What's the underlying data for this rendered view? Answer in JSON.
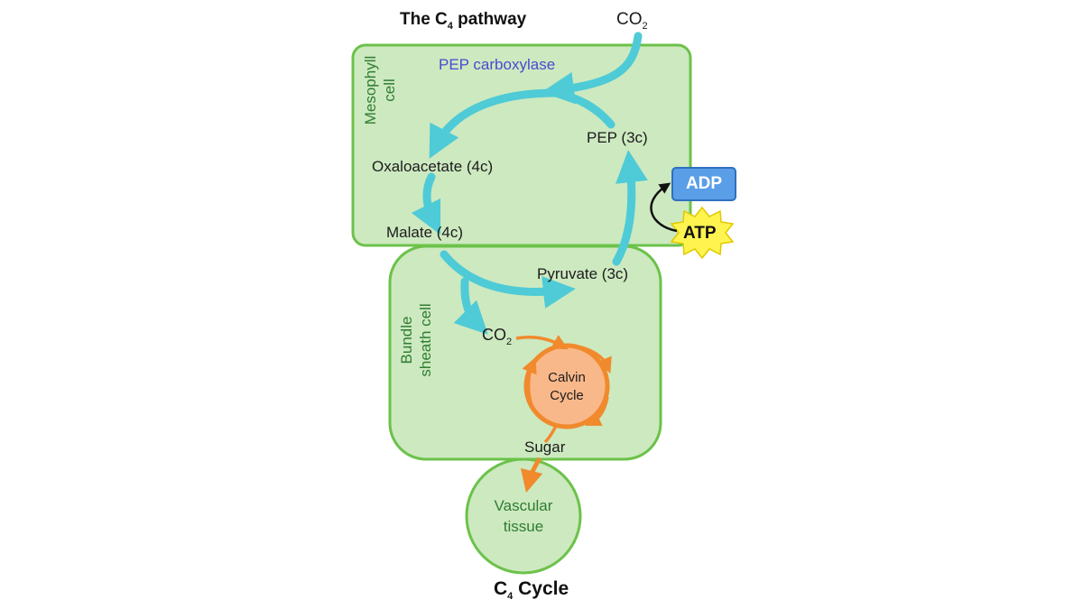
{
  "title": {
    "main": "The C",
    "sub": "4",
    "rest": " pathway"
  },
  "co2_top": {
    "main": "CO",
    "sub": "2"
  },
  "mesophyll": {
    "line1": "Mesophyll",
    "line2": "cell"
  },
  "bundle": {
    "line1": "Bundle",
    "line2": "sheath cell"
  },
  "enzyme": "PEP carboxylase",
  "molecules": {
    "pep": "PEP (3c)",
    "oxaloacetate": "Oxaloacetate (4c)",
    "malate": "Malate (4c)",
    "pyruvate": "Pyruvate (3c)"
  },
  "co2_bundle": {
    "main": "CO",
    "sub": "2"
  },
  "calvin": {
    "line1": "Calvin",
    "line2": "Cycle"
  },
  "sugar": "Sugar",
  "vascular": {
    "line1": "Vascular",
    "line2": "tissue"
  },
  "energy": {
    "adp": "ADP",
    "atp": "ATP"
  },
  "caption": {
    "main": "C",
    "sub": "4",
    "rest": " Cycle"
  },
  "colors": {
    "cell_fill": "#cde9c0",
    "cell_border": "#6cc24a",
    "cycle_arrow": "#4ecbd6",
    "calvin_arrow": "#f08a2c",
    "calvin_fill": "#f9b88a",
    "adp_fill": "#5b9ee8",
    "atp_fill": "#fff44f"
  }
}
